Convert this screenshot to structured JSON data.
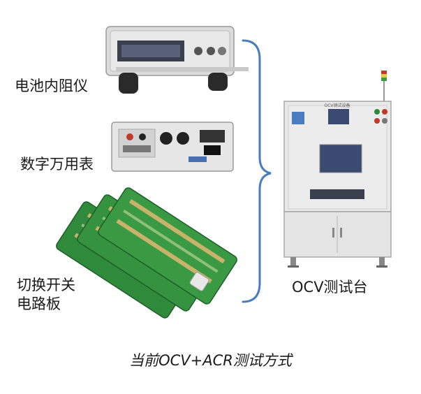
{
  "devices": [
    {
      "name": "电池内阻仪"
    },
    {
      "name": "数字万用表"
    },
    {
      "name_line1": "切换开关",
      "name_line2": "电路板"
    }
  ],
  "station": {
    "name": "OCV测试台",
    "panel_title": "OCV测试设备"
  },
  "caption": "当前OCV+ACR测试方式",
  "colors": {
    "brace": "#4a7cc0",
    "pcb": "#2f8a3c",
    "cabinet": "#e9e9e9",
    "screen": "#3a4a70"
  }
}
